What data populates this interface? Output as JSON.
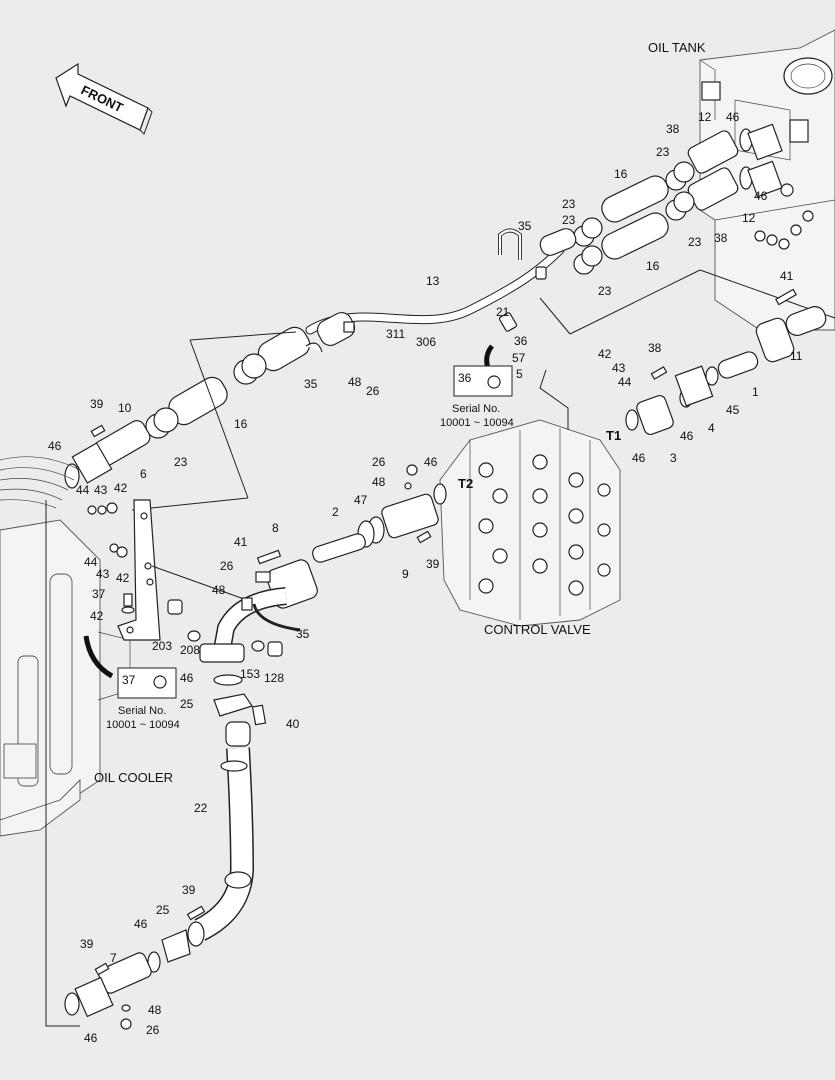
{
  "titles": {
    "oil_tank": "OIL TANK",
    "control_valve": "CONTROL VALVE",
    "oil_cooler": "OIL COOLER",
    "front": "FRONT"
  },
  "ports": {
    "t1": "T1",
    "t2": "T2"
  },
  "notes": [
    {
      "part": "36",
      "serial_label": "Serial No.",
      "serial_range": "10001 ~ 10094"
    },
    {
      "part": "37",
      "serial_label": "Serial No.",
      "serial_range": "10001 ~ 10094"
    }
  ],
  "callouts": [
    "38",
    "12",
    "46",
    "23",
    "16",
    "46",
    "12",
    "23",
    "38",
    "35",
    "23",
    "23",
    "16",
    "23",
    "13",
    "41",
    "21",
    "311",
    "306",
    "36",
    "57",
    "42",
    "43",
    "5",
    "44",
    "35",
    "48",
    "26",
    "38",
    "11",
    "1",
    "45",
    "4",
    "46",
    "3",
    "46",
    "39",
    "10",
    "23",
    "16",
    "46",
    "44",
    "43",
    "42",
    "6",
    "26",
    "48",
    "46",
    "2",
    "47",
    "9",
    "39",
    "41",
    "8",
    "26",
    "48",
    "44",
    "43",
    "42",
    "37",
    "42",
    "35",
    "203",
    "208",
    "153",
    "128",
    "46",
    "25",
    "40",
    "22",
    "39",
    "25",
    "46",
    "7",
    "39",
    "48",
    "26",
    "46"
  ]
}
